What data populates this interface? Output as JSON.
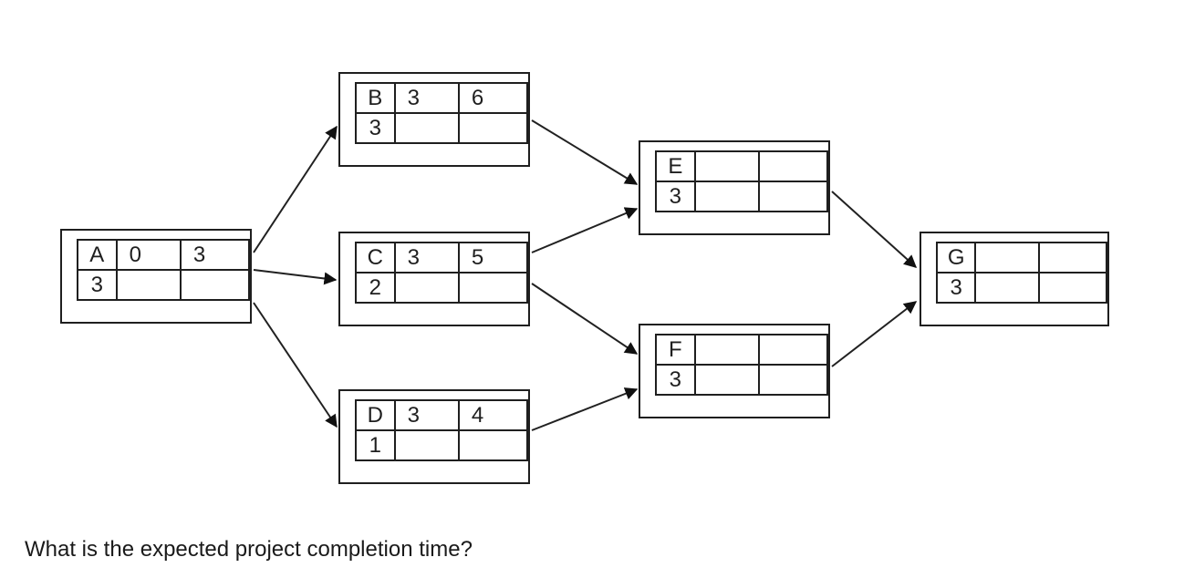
{
  "question": "What is the expected project completion time?",
  "diagram": {
    "type": "project-network",
    "description": "Activity-on-node network. Each node is a 2x3 table: top row = activity name, early start, early finish; bottom-left cell = duration.",
    "colors": {
      "line": "#212121",
      "border": "#1f1f1f",
      "background": "#ffffff",
      "text": "#1f1f1f"
    },
    "nodes": [
      {
        "id": "A",
        "cells": [
          [
            "A",
            "0",
            "3"
          ],
          [
            "3",
            "",
            ""
          ]
        ]
      },
      {
        "id": "B",
        "cells": [
          [
            "B",
            "3",
            "6"
          ],
          [
            "3",
            "",
            ""
          ]
        ]
      },
      {
        "id": "C",
        "cells": [
          [
            "C",
            "3",
            "5"
          ],
          [
            "2",
            "",
            ""
          ]
        ]
      },
      {
        "id": "D",
        "cells": [
          [
            "D",
            "3",
            "4"
          ],
          [
            "1",
            "",
            ""
          ]
        ]
      },
      {
        "id": "E",
        "cells": [
          [
            "E",
            "",
            ""
          ],
          [
            "3",
            "",
            ""
          ]
        ]
      },
      {
        "id": "F",
        "cells": [
          [
            "F",
            "",
            ""
          ],
          [
            "3",
            "",
            ""
          ]
        ]
      },
      {
        "id": "G",
        "cells": [
          [
            "G",
            "",
            ""
          ],
          [
            "3",
            "",
            ""
          ]
        ]
      }
    ],
    "edges": [
      {
        "from": "A",
        "to": "B"
      },
      {
        "from": "A",
        "to": "C"
      },
      {
        "from": "A",
        "to": "D"
      },
      {
        "from": "B",
        "to": "E"
      },
      {
        "from": "C",
        "to": "E"
      },
      {
        "from": "C",
        "to": "F"
      },
      {
        "from": "D",
        "to": "F"
      },
      {
        "from": "E",
        "to": "G"
      },
      {
        "from": "F",
        "to": "G"
      }
    ]
  }
}
